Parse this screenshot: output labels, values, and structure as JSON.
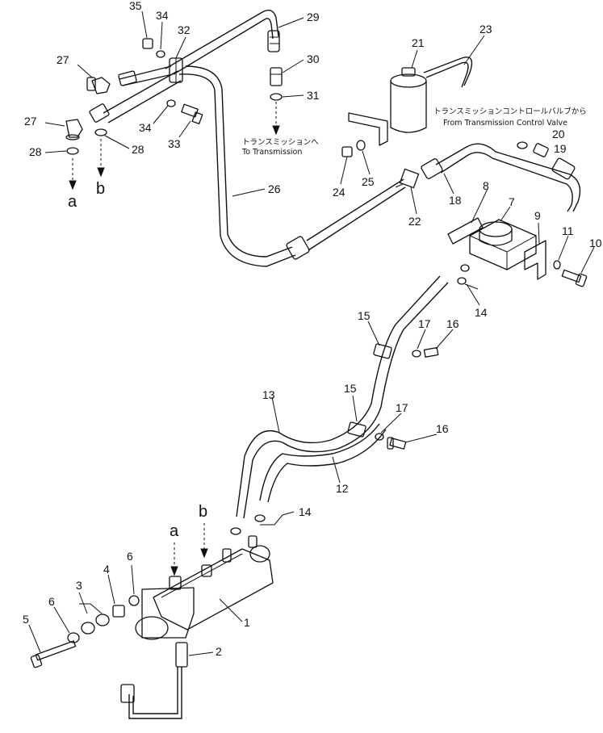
{
  "callouts": {
    "c1": "1",
    "c2": "2",
    "c3": "3",
    "c4": "4",
    "c5": "5",
    "c6a": "6",
    "c6b": "6",
    "c7": "7",
    "c8": "8",
    "c9": "9",
    "c10": "10",
    "c11": "11",
    "c12": "12",
    "c13": "13",
    "c14a": "14",
    "c14b": "14",
    "c15a": "15",
    "c15b": "15",
    "c16a": "16",
    "c16b": "16",
    "c17a": "17",
    "c17b": "17",
    "c18": "18",
    "c19": "19",
    "c20": "20",
    "c21": "21",
    "c22": "22",
    "c23": "23",
    "c24": "24",
    "c25": "25",
    "c26": "26",
    "c27a": "27",
    "c27b": "27",
    "c28a": "28",
    "c28b": "28",
    "c29": "29",
    "c30": "30",
    "c31": "31",
    "c32": "32",
    "c33": "33",
    "c34a": "34",
    "c34b": "34",
    "c35": "35"
  },
  "connection_labels": {
    "a_top": "a",
    "b_top": "b",
    "a_bottom": "a",
    "b_bottom": "b"
  },
  "notes": {
    "to_transmission_jp": "トランスミッションへ",
    "to_transmission_en": "To Transmission",
    "from_control_valve_jp": "トランスミッションコントロールバルブから",
    "from_control_valve_en": "From Transmission Control Valve"
  }
}
